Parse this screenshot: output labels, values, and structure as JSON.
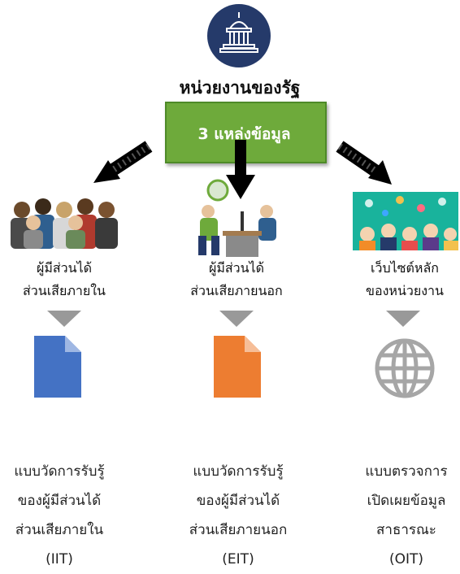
{
  "header": {
    "title": "หน่วยงานของรัฐ",
    "source_count_label": "3 แหล่งข้อมูล"
  },
  "columns": [
    {
      "top_label_line1": "ผู้มีส่วนได้",
      "top_label_line2": "ส่วนเสียภายใน",
      "doc_color": "#4472c4",
      "bottom_line1": "แบบวัดการรับรู้",
      "bottom_line2": "ของผู้มีส่วนได้",
      "bottom_line3": "ส่วนเสียภายใน",
      "bottom_code": "(IIT)"
    },
    {
      "top_label_line1": "ผู้มีส่วนได้",
      "top_label_line2": "ส่วนเสียภายนอก",
      "doc_color": "#ed7d31",
      "bottom_line1": "แบบวัดการรับรู้",
      "bottom_line2": "ของผู้มีส่วนได้",
      "bottom_line3": "ส่วนเสียภายนอก",
      "bottom_code": "(EIT)"
    },
    {
      "top_label_line1": "เว็บไซต์หลัก",
      "top_label_line2": "ของหน่วยงาน",
      "icon": "globe-icon",
      "bottom_line1": "แบบตรวจการ",
      "bottom_line2": "เปิดเผยข้อมูล",
      "bottom_line3": "สาธารณะ",
      "bottom_code": "(OIT)"
    }
  ],
  "colors": {
    "navy": "#253a6a",
    "green": "#6eaa3b",
    "teal": "#19b39c"
  }
}
